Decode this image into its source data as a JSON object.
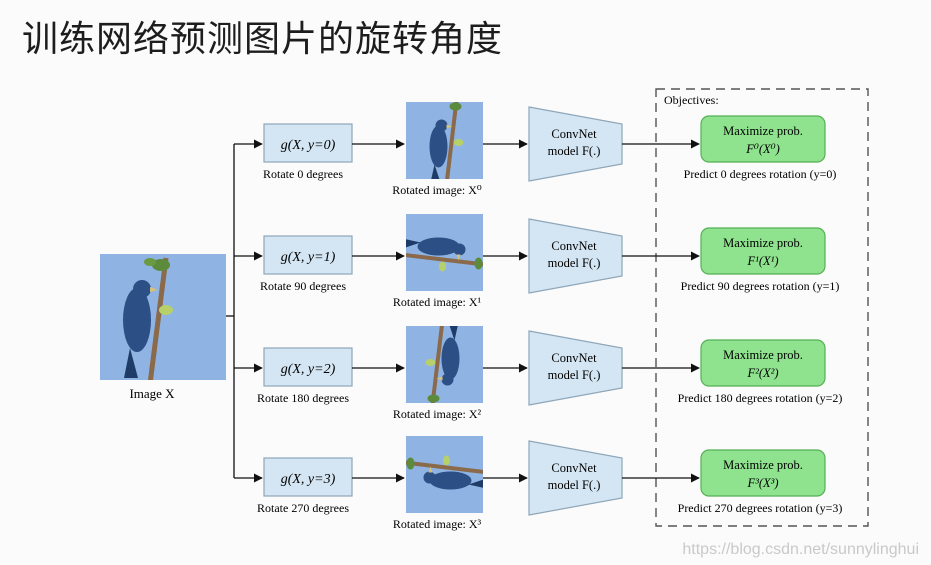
{
  "title": "训练网络预测图片的旋转角度",
  "input": {
    "label": "Image X"
  },
  "branches": [
    {
      "transform": "g(X, y=0)",
      "rotate_label": "Rotate 0 degrees",
      "rotated_label": "Rotated image: X⁰",
      "rotation_deg": 0,
      "net_line1": "ConvNet",
      "net_line2": "model F(.)",
      "obj_line1": "Maximize prob.",
      "obj_line2": "F⁰(X⁰)",
      "predict_label": "Predict 0 degrees rotation (y=0)"
    },
    {
      "transform": "g(X, y=1)",
      "rotate_label": "Rotate 90 degrees",
      "rotated_label": "Rotated image: X¹",
      "rotation_deg": 90,
      "net_line1": "ConvNet",
      "net_line2": "model F(.)",
      "obj_line1": "Maximize prob.",
      "obj_line2": "F¹(X¹)",
      "predict_label": "Predict 90 degrees rotation (y=1)"
    },
    {
      "transform": "g(X, y=2)",
      "rotate_label": "Rotate 180 degrees",
      "rotated_label": "Rotated image: X²",
      "rotation_deg": 180,
      "net_line1": "ConvNet",
      "net_line2": "model F(.)",
      "obj_line1": "Maximize prob.",
      "obj_line2": "F²(X²)",
      "predict_label": "Predict 180 degrees rotation (y=2)"
    },
    {
      "transform": "g(X, y=3)",
      "rotate_label": "Rotate 270 degrees",
      "rotated_label": "Rotated image: X³",
      "rotation_deg": 270,
      "net_line1": "ConvNet",
      "net_line2": "model F(.)",
      "obj_line1": "Maximize prob.",
      "obj_line2": "F³(X³)",
      "predict_label": "Predict 270 degrees rotation (y=3)"
    }
  ],
  "objectives_label": "Objectives:",
  "watermark": "https://blog.csdn.net/sunnylinghui",
  "colors": {
    "sky": "#8fb3e3",
    "box_fill": "#d4e6f3",
    "box_stroke": "#8fa6b8",
    "objective_fill": "#8fe38f",
    "objective_stroke": "#55b055",
    "bird": "#2c4f86"
  }
}
